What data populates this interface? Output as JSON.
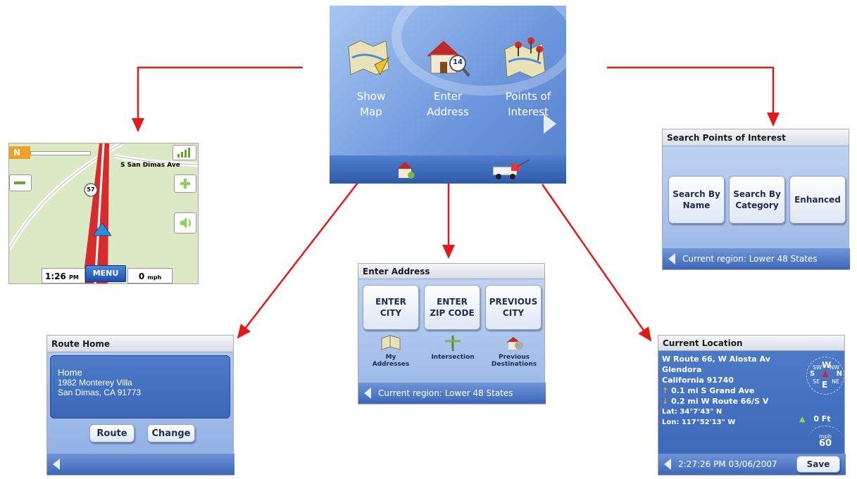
{
  "main_menu": {
    "items": [
      {
        "label_line1": "Show",
        "label_line2": "Map",
        "icon": "map-icon"
      },
      {
        "label_line1": "Enter",
        "label_line2": "Address",
        "icon": "house-search-icon"
      },
      {
        "label_line1": "Points of",
        "label_line2": "Interest",
        "icon": "map-pins-icon"
      }
    ],
    "badge": "14",
    "next_icon": "chevron-right-icon",
    "bottom_icons": [
      "route-home-icon",
      "tow-truck-icon"
    ]
  },
  "map_view": {
    "heading": "N",
    "street": "S San Dimas Ave",
    "route_shield": "57",
    "time": "1:26",
    "time_suffix": "PM",
    "menu": "MENU",
    "speed": "0",
    "speed_unit": "mph"
  },
  "route_home": {
    "title": "Route Home",
    "name": "Home",
    "address1": "1982 Monterey Villa",
    "address2": "San Dimas, CA  91773",
    "route_btn": "Route",
    "change_btn": "Change"
  },
  "enter_address": {
    "title": "Enter Address",
    "buttons": [
      {
        "l1": "ENTER",
        "l2": "CITY"
      },
      {
        "l1": "ENTER",
        "l2": "ZIP CODE"
      },
      {
        "l1": "PREVIOUS",
        "l2": "CITY"
      }
    ],
    "icons": [
      {
        "l1": "My",
        "l2": "Addresses"
      },
      {
        "l1": "Intersection",
        "l2": ""
      },
      {
        "l1": "Previous",
        "l2": "Destinations"
      }
    ],
    "footer": "Current region: Lower 48 States"
  },
  "search_poi": {
    "title": "Search Points of Interest",
    "buttons": [
      {
        "l1": "Search By",
        "l2": "Name"
      },
      {
        "l1": "Search By",
        "l2": "Category"
      },
      {
        "l1": "Enhanced",
        "l2": ""
      }
    ],
    "footer": "Current region: Lower 48 States"
  },
  "current_location": {
    "title": "Current Location",
    "line1": "W Route 66, W Alosta Av",
    "line2": "Glendora",
    "line3": "California 91740",
    "dir1": "0.1 mi S Grand Ave",
    "dir2": "0.2 mi W Route 66/S V",
    "lat": "Lat:  34°7'43\"   N",
    "lon": "Lon:  117°52'13\"   W",
    "elevation": "0 Ft",
    "speed_unit": "mph",
    "speed": "60",
    "compass": {
      "n": "N",
      "s": "S",
      "e": "E",
      "w": "W",
      "sw": "SW",
      "nw": "NW",
      "se": "SE",
      "ne": "NE"
    },
    "footer": "2:27:26 PM  03/06/2007",
    "save": "Save"
  },
  "colors": {
    "arrow": "#e01a1a",
    "screen_blue": "#5c89d3"
  }
}
